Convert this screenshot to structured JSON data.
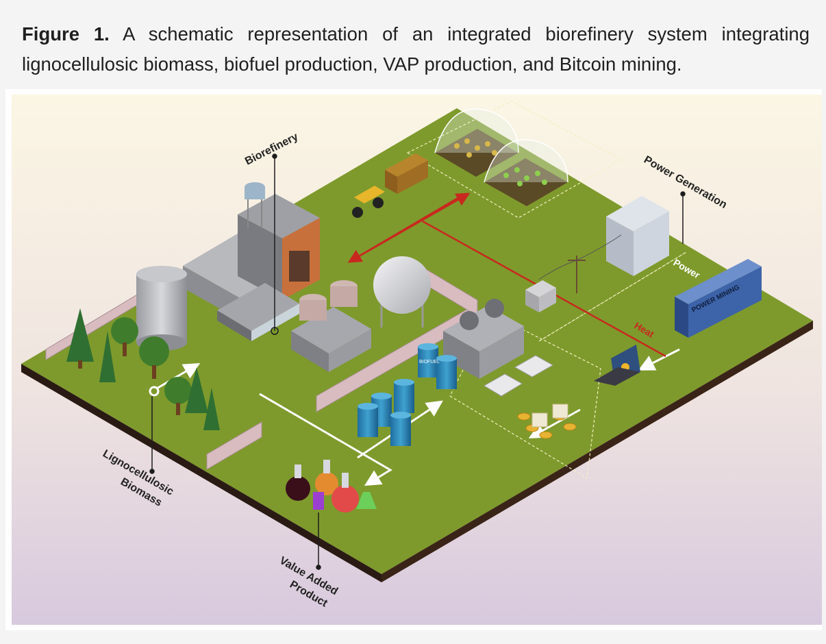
{
  "caption": {
    "label": "Figure 1.",
    "text": "A schematic representation of an integrated biorefinery system integrating lignocellulosic biomass, biofuel production, VAP production, and Bitcoin mining."
  },
  "diagram": {
    "labels": {
      "biorefinery": "Biorefinery",
      "power_generation": "Power Generation",
      "power": "Power",
      "power_mining": "POWER MINING",
      "heat": "Heat",
      "lignocellulosic": "Lignocellulosic",
      "biomass": "Biomass",
      "value_added": "Value Added",
      "product": "Product",
      "biofuel": "BIOFUEL"
    },
    "colors": {
      "ground": "#7e9a2c",
      "ground_dark": "#2a1a14",
      "heat_line": "#c8281e",
      "container": "#3d63a8",
      "background_top": "#fbf6e4",
      "background_bottom": "#d9cbe0"
    }
  }
}
